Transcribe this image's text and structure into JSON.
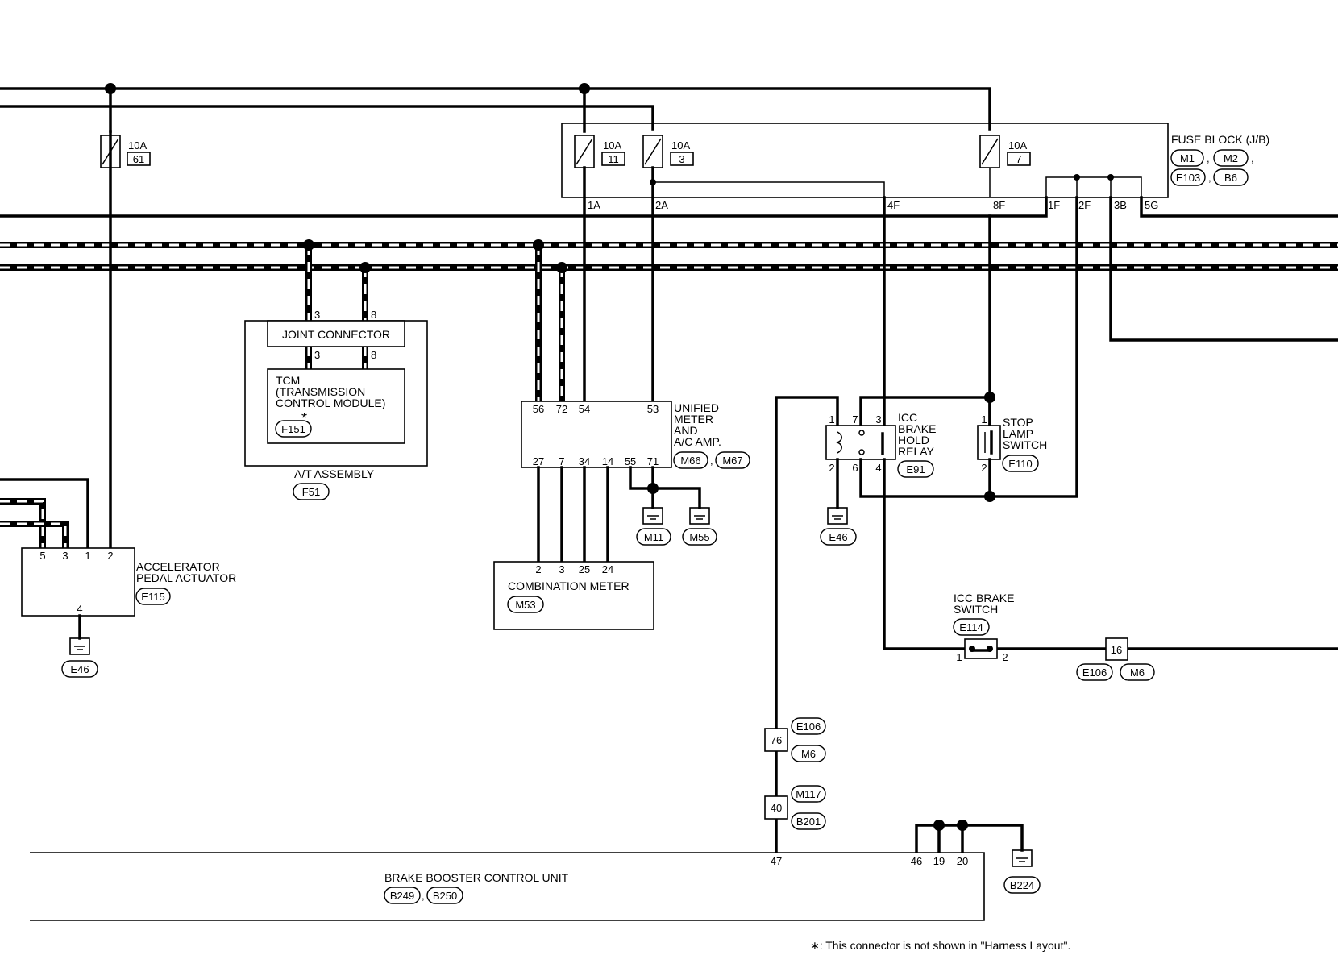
{
  "fuse_block": {
    "title": "FUSE BLOCK (J/B)",
    "connectors": [
      "M1",
      "M2",
      "E103",
      "B6"
    ],
    "terminals": [
      "1A",
      "2A",
      "4F",
      "8F",
      "1F",
      "2F",
      "3B",
      "5G"
    ]
  },
  "fuses": [
    {
      "rating": "10A",
      "number": "61"
    },
    {
      "rating": "10A",
      "number": "11"
    },
    {
      "rating": "10A",
      "number": "3"
    },
    {
      "rating": "10A",
      "number": "7"
    }
  ],
  "joint_connector": {
    "label": "JOINT CONNECTOR",
    "pins_top": [
      "3",
      "8"
    ],
    "pins_bottom": [
      "3",
      "8"
    ]
  },
  "tcm": {
    "label_lines": [
      "TCM",
      "(TRANSMISSION",
      " CONTROL MODULE)"
    ],
    "connector": "F151",
    "asterisk": "*"
  },
  "at_assembly": {
    "label": "A/T ASSEMBLY",
    "connector": "F51"
  },
  "unified_meter": {
    "label_lines": [
      "UNIFIED",
      "METER",
      "AND",
      "A/C AMP."
    ],
    "connectors": [
      "M66",
      "M67"
    ],
    "pins_top": [
      "56",
      "72",
      "54",
      "53"
    ],
    "pins_bottom": [
      "27",
      "7",
      "34",
      "14",
      "55",
      "71"
    ]
  },
  "grounds_meter": [
    "M11",
    "M55"
  ],
  "combination_meter": {
    "label": "COMBINATION METER",
    "connector": "M53",
    "pins": [
      "2",
      "3",
      "25",
      "24"
    ]
  },
  "accelerator": {
    "label_lines": [
      "ACCELERATOR",
      "PEDAL ACTUATOR"
    ],
    "connector": "E115",
    "pins_top": [
      "5",
      "3",
      "1",
      "2"
    ],
    "pin_bottom": "4",
    "ground": "E46"
  },
  "icc_relay": {
    "label_lines": [
      "ICC",
      "BRAKE",
      "HOLD",
      "RELAY"
    ],
    "connector": "E91",
    "pins_top": [
      "1",
      "7",
      "3"
    ],
    "pins_bottom": [
      "2",
      "6",
      "4"
    ],
    "ground": "E46"
  },
  "stop_lamp": {
    "label_lines": [
      "STOP",
      "LAMP",
      "SWITCH"
    ],
    "connector": "E110",
    "pins": [
      "1",
      "2"
    ]
  },
  "icc_brake_switch": {
    "label_lines": [
      "ICC BRAKE",
      "SWITCH"
    ],
    "connector": "E114",
    "pins": [
      "1",
      "2"
    ]
  },
  "inline_connectors": [
    {
      "pin": "16",
      "connectors": [
        "E106",
        "M6"
      ]
    },
    {
      "pin": "76",
      "connectors": [
        "E106",
        "M6"
      ]
    },
    {
      "pin": "40",
      "connectors": [
        "M117",
        "B201"
      ]
    }
  ],
  "brake_booster": {
    "label": "BRAKE BOOSTER CONTROL UNIT",
    "connectors": [
      "B249",
      "B250"
    ],
    "pins": [
      "47",
      "46",
      "19",
      "20"
    ],
    "ground": "B224"
  },
  "footnote": "∗: This connector is not shown in \"Harness Layout\".",
  "separator": ","
}
